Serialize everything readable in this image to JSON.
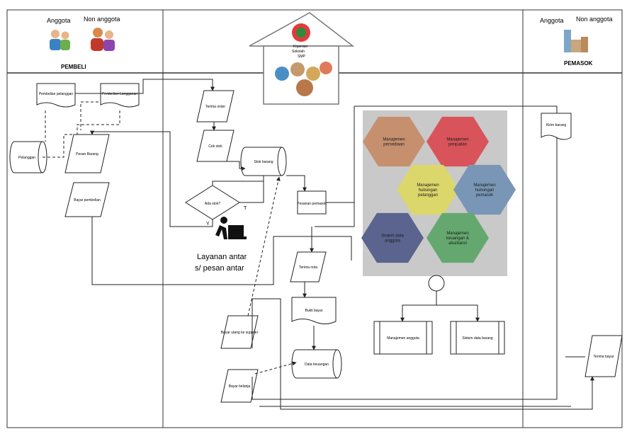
{
  "lanes": {
    "pembeli": {
      "header_left": "Anggota",
      "header_right": "Non anggota",
      "title": "PEMBELI"
    },
    "koperasi": {
      "logo_text_1": "Koperasi",
      "logo_text_2": "Sekolah",
      "logo_text_3": "SMP"
    },
    "pemasok": {
      "header_left": "Anggota",
      "header_right": "Non anggota",
      "title": "PEMASOK"
    }
  },
  "shapes": {
    "doc_left_1": "Pembelian pelanggan",
    "doc_left_2": "Pembelian Langganan",
    "storage_left": "Pelanggan",
    "para_pesan_barang": "Pesan Barang",
    "para_bayar_pembelian": "Bayar pembelian",
    "para_terima_order": "Terima order",
    "para_cek_stok": "Cek stok",
    "storage_stok": "Stok barang",
    "decision": "Ada stok?",
    "decision_yes": "Y",
    "decision_no": "T",
    "delivery_label_1": "Layanan antar",
    "delivery_label_2": "s/ pesan antar",
    "proc_pemesanan": "Pesanan pemasok",
    "para_terima_nota": "Terima nota",
    "doc_bukti_bayar": "Bukti bayar",
    "para_bayar_utang": "Bayar utang ke supplier",
    "storage_keuangan": "Data keuangan",
    "para_bayar_belanja": "Bayar belanja",
    "pemasok_doc": "Kirim barang",
    "pemasok_para": "Terima bayar"
  },
  "hexagons": [
    {
      "label": "Manajemen persediaan",
      "color": "#c6906f"
    },
    {
      "label": "Manajemen penjualan",
      "color": "#d9545a"
    },
    {
      "label": "Manajemen hubungan pelanggan",
      "color": "#dcd76a"
    },
    {
      "label": "Manajemen hubungan pemasok",
      "color": "#7a96b6"
    },
    {
      "label": "Sistem data anggota",
      "color": "#5a648f"
    },
    {
      "label": "Manajemen keuangan & akuntansi",
      "color": "#64a86f"
    }
  ],
  "bottom_procs": {
    "left": "Manajemen anggota",
    "right": "Sistem data barang"
  },
  "colors": {
    "line": "#222222",
    "panel_bg": "#c9c9c9",
    "hex_text": "#1a1a1a"
  }
}
